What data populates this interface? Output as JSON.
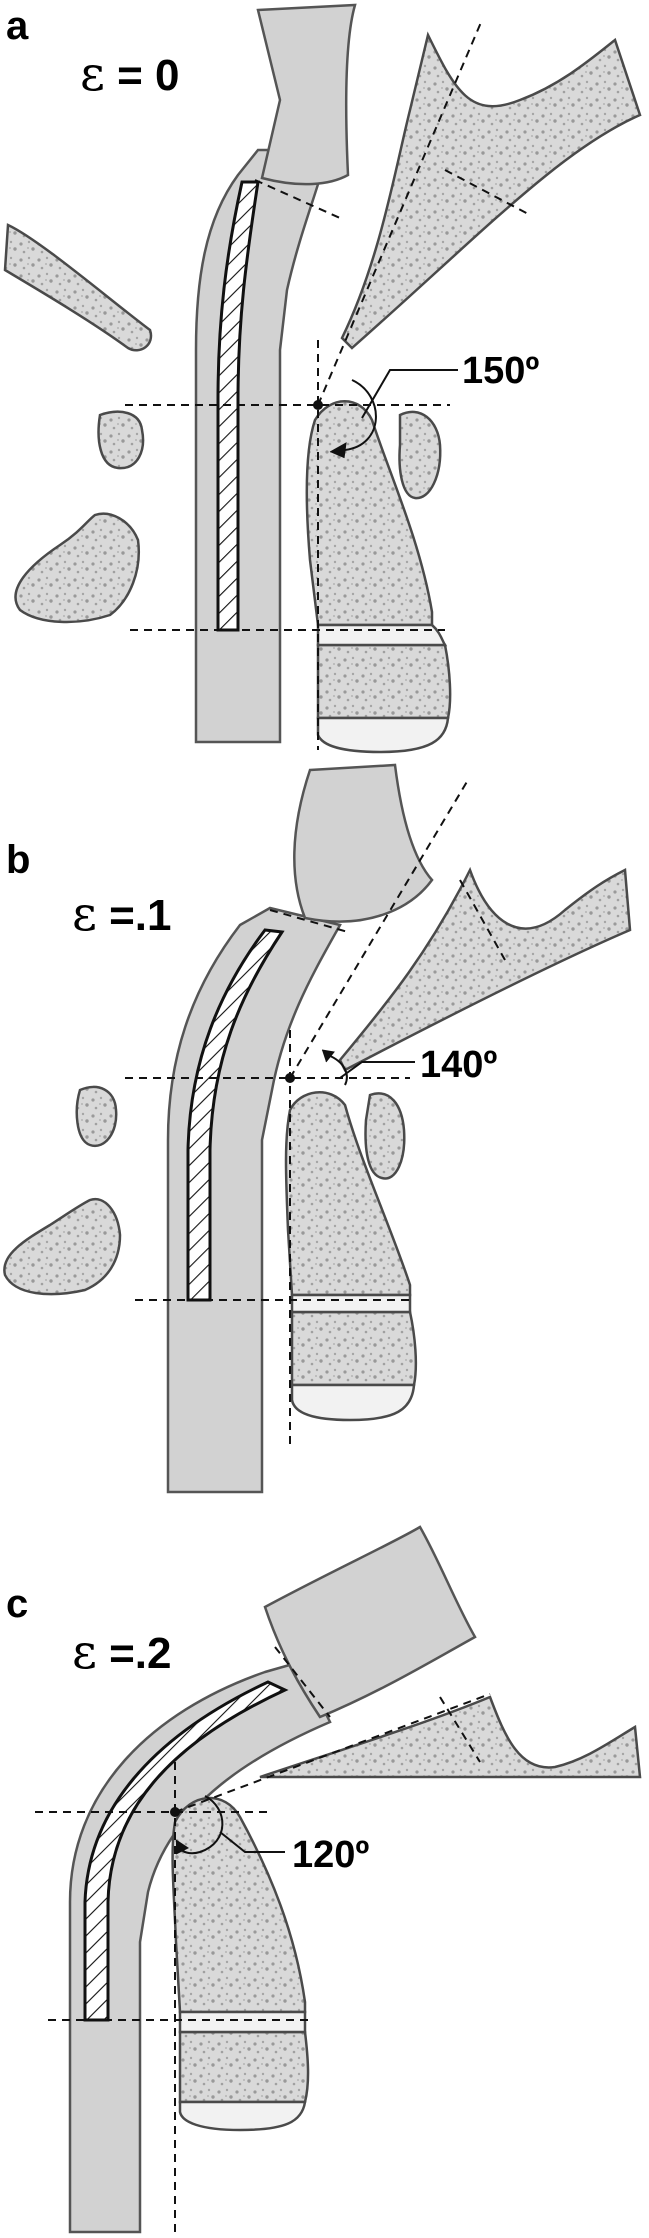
{
  "panels": [
    {
      "letter": "a",
      "epsilon_symbol": "ε",
      "epsilon_value": " = 0",
      "angle_label": "150º"
    },
    {
      "letter": "b",
      "epsilon_symbol": "ε",
      "epsilon_value": " =.1",
      "angle_label": "140º"
    },
    {
      "letter": "c",
      "epsilon_symbol": "ε",
      "epsilon_value": " =.2",
      "angle_label": "120º"
    }
  ]
}
